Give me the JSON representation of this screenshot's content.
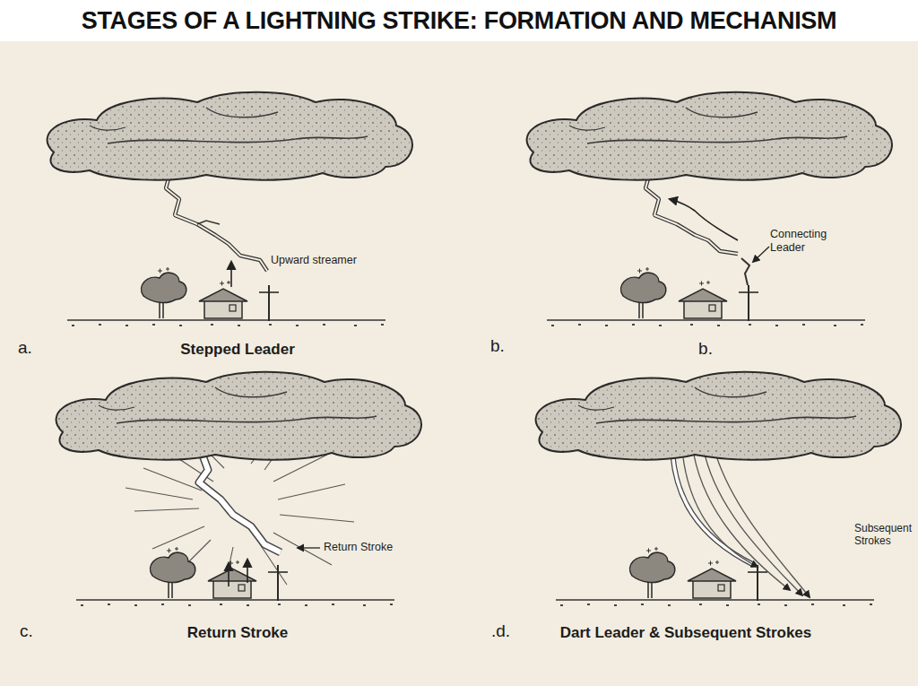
{
  "diagram": {
    "title": "STAGES OF A LIGHTNING STRIKE: FORMATION AND MECHANISM",
    "labels": [
      "Upward streamer",
      "a.",
      "Stepped Leader",
      "Connecting Leader",
      "b.",
      "b.",
      "Return Stroke",
      "c.",
      "Return Stroke",
      "Subsequent Strokes",
      ".d.",
      "Dart Leader & Subsequent Strokes"
    ]
  }
}
